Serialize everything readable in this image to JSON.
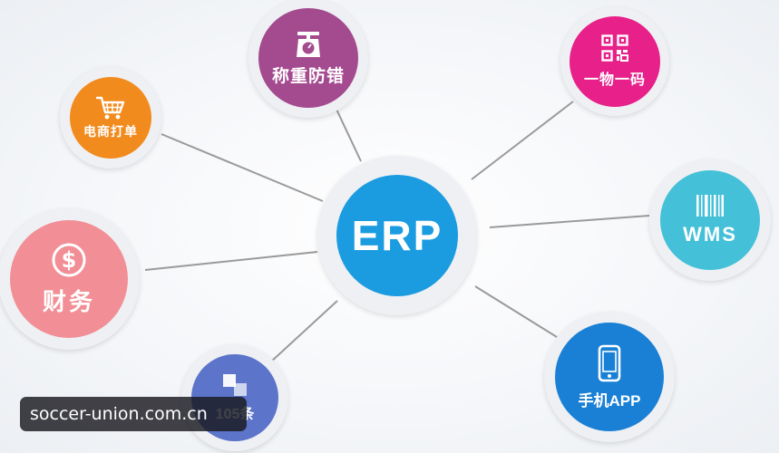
{
  "diagram": {
    "center": {
      "label": "ERP",
      "color": "#1b9be0"
    },
    "nodes": [
      {
        "id": "ecom",
        "label": "电商打单",
        "icon": "shopping-cart-icon",
        "color": "#f28b1e"
      },
      {
        "id": "weigh",
        "label": "称重防错",
        "icon": "scale-icon",
        "color": "#a44a8f"
      },
      {
        "id": "qr",
        "label": "一物一码",
        "icon": "qr-code-icon",
        "color": "#e7208a"
      },
      {
        "id": "wms",
        "label": "WMS",
        "icon": "barcode-icon",
        "color": "#44c0d8"
      },
      {
        "id": "fin",
        "label": "财务",
        "icon": "dollar-icon",
        "color": "#f28e95"
      },
      {
        "id": "app",
        "label": "手机APP",
        "icon": "mobile-phone-icon",
        "color": "#1a80d6"
      },
      {
        "id": "n105",
        "label": "105条",
        "icon": "squares-icon",
        "color": "#5c74c9"
      }
    ],
    "connector_color": "#9a9a9a"
  },
  "watermark": {
    "text": "soccer-union.com.cn"
  }
}
